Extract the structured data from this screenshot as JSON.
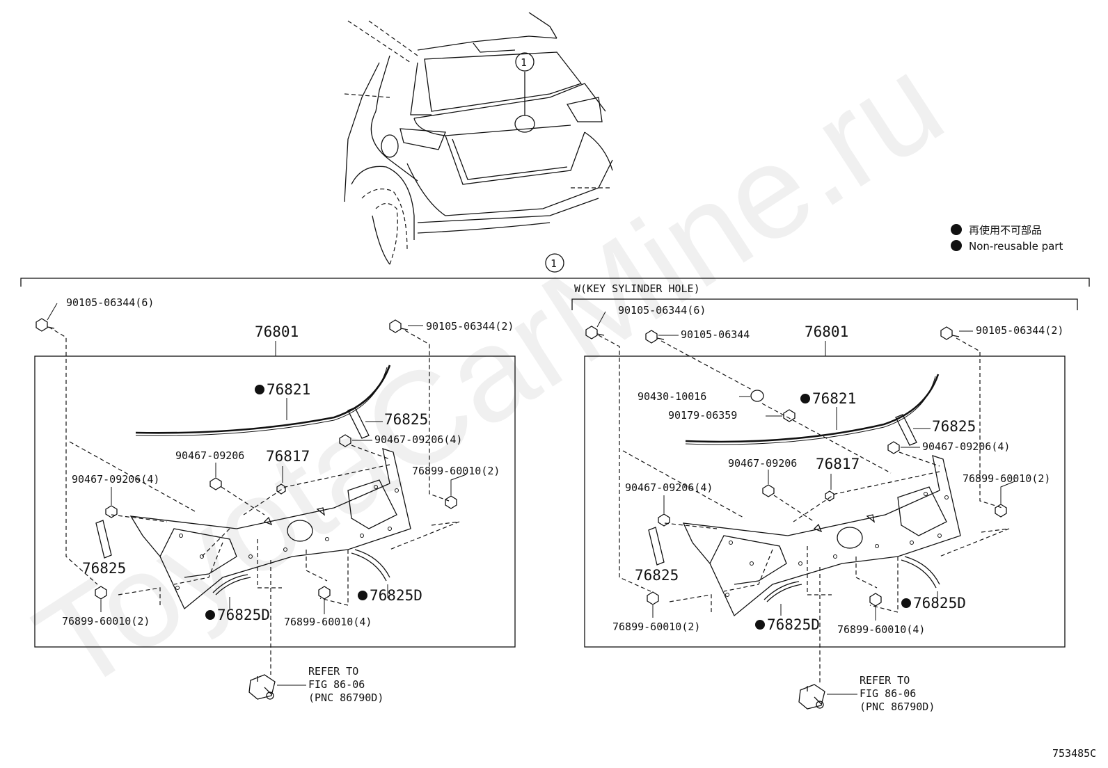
{
  "watermark": "ToyotaCarMine.ru",
  "figure_id": "753485C",
  "callout_number": "1",
  "legend": {
    "japanese": "再使用不可部品",
    "english": "Non-reusable part"
  },
  "variant_right": "W(KEY SYLINDER HOLE)",
  "left_panel": {
    "main_part": "76801",
    "labels": {
      "bolt_top_left": "90105-06344(6)",
      "bolt_top_right": "90105-06344(2)",
      "molding": "76821",
      "pad_right": "76825",
      "clip_right": "90467-09206(4)",
      "clip_center": "90467-09206",
      "part_center": "76817",
      "clip_left": "90467-09206(4)",
      "nut_right": "76899-60010(2)",
      "pad_left": "76825",
      "nut_left": "76899-60010(2)",
      "nut_bottom": "76899-60010(4)",
      "seal_left": "76825D",
      "seal_right": "76825D"
    },
    "refer": [
      "REFER TO",
      "FIG 86-06",
      "(PNC 86790D)"
    ]
  },
  "right_panel": {
    "main_part": "76801",
    "labels": {
      "bolt_top_left": "90105-06344(6)",
      "bolt_extra": "90105-06344",
      "bolt_top_right": "90105-06344(2)",
      "washer": "90430-10016",
      "plug": "90179-06359",
      "molding": "76821",
      "pad_right": "76825",
      "clip_right": "90467-09206(4)",
      "clip_center": "90467-09206",
      "part_center": "76817",
      "clip_left": "90467-09206(4)",
      "nut_right": "76899-60010(2)",
      "pad_left": "76825",
      "nut_left": "76899-60010(2)",
      "nut_bottom": "76899-60010(4)",
      "seal_left": "76825D",
      "seal_right": "76825D"
    },
    "refer": [
      "REFER TO",
      "FIG 86-06",
      "(PNC 86790D)"
    ]
  }
}
